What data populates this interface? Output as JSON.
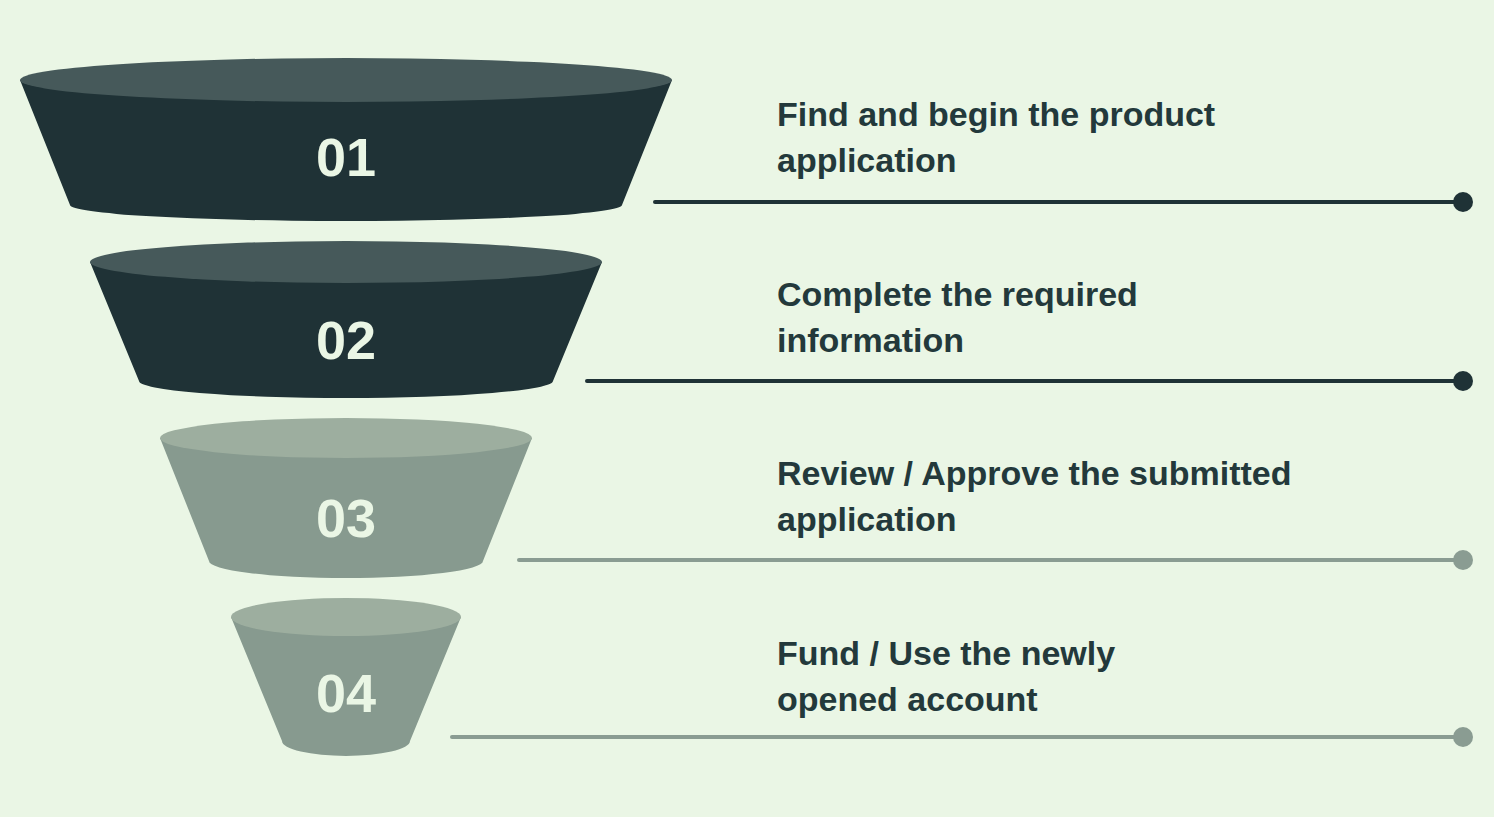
{
  "diagram": {
    "nodes": [
      {
        "text": [
          "01"
        ]
      },
      {
        "text": [
          "02"
        ]
      },
      {
        "text": [
          "03"
        ]
      },
      {
        "text": [
          "04"
        ]
      }
    ],
    "labels": [
      "Find and begin the product application",
      "Complete the required information",
      "Review / Approve the submitted application",
      "Fund / Use the newly opened account"
    ]
  }
}
